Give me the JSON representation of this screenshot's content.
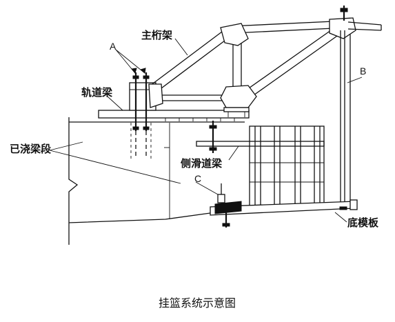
{
  "diagram": {
    "caption": "挂篮系统示意图",
    "labels": {
      "main_truss": "主桁架",
      "rail_beam": "轨道梁",
      "cast_segment": "已浇梁段",
      "side_slide_beam": "侧滑道梁",
      "bottom_formwork": "底模板",
      "marker_a": "A",
      "marker_b": "B",
      "marker_c": "C"
    }
  }
}
